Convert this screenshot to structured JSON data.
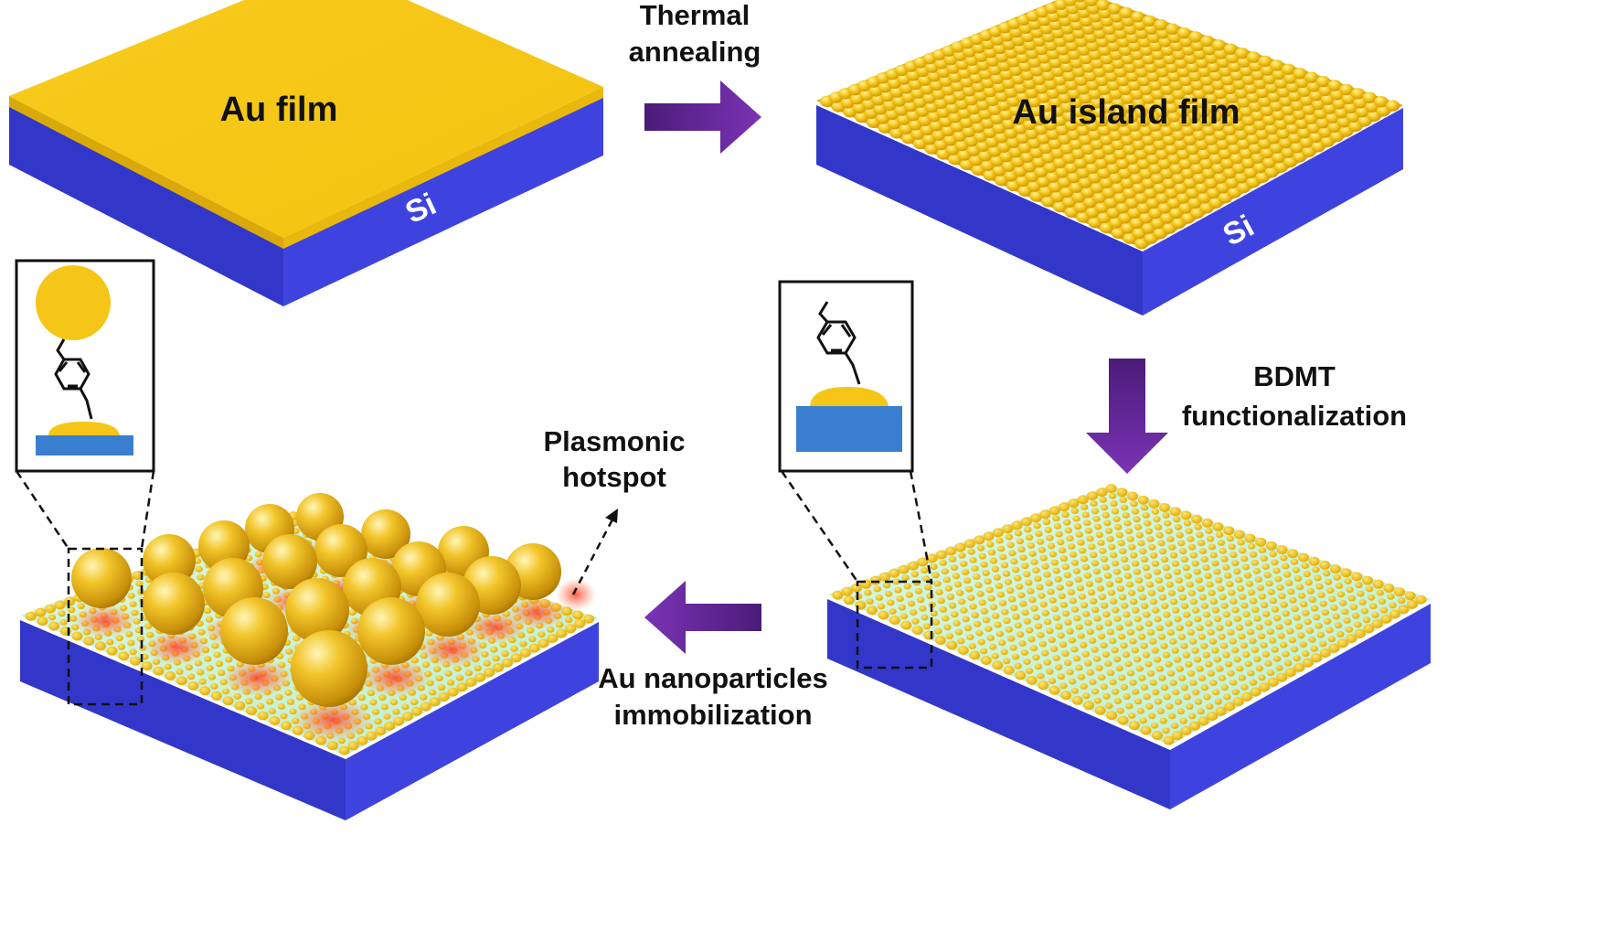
{
  "panels": {
    "au_film": {
      "title": "Au film",
      "substrate": "Si"
    },
    "au_island": {
      "title": "Au island film",
      "substrate": "Si"
    }
  },
  "steps": {
    "anneal": [
      "Thermal",
      "annealing"
    ],
    "bdmt": [
      "BDMT",
      "functionalization"
    ],
    "immob": [
      "Au nanoparticles",
      "immobilization"
    ]
  },
  "annotations": {
    "hotspot": [
      "Plasmonic",
      "hotspot"
    ]
  },
  "colors": {
    "gold": "#F5C518",
    "silicon": "#3B3FD8",
    "silicon_dark": "#2A2DB0",
    "arrow": "#6A2A9C",
    "linker_layer": "#C9F2DA",
    "inset_substrate": "#3A7FCF",
    "hotspot": "#FF5A3C"
  }
}
